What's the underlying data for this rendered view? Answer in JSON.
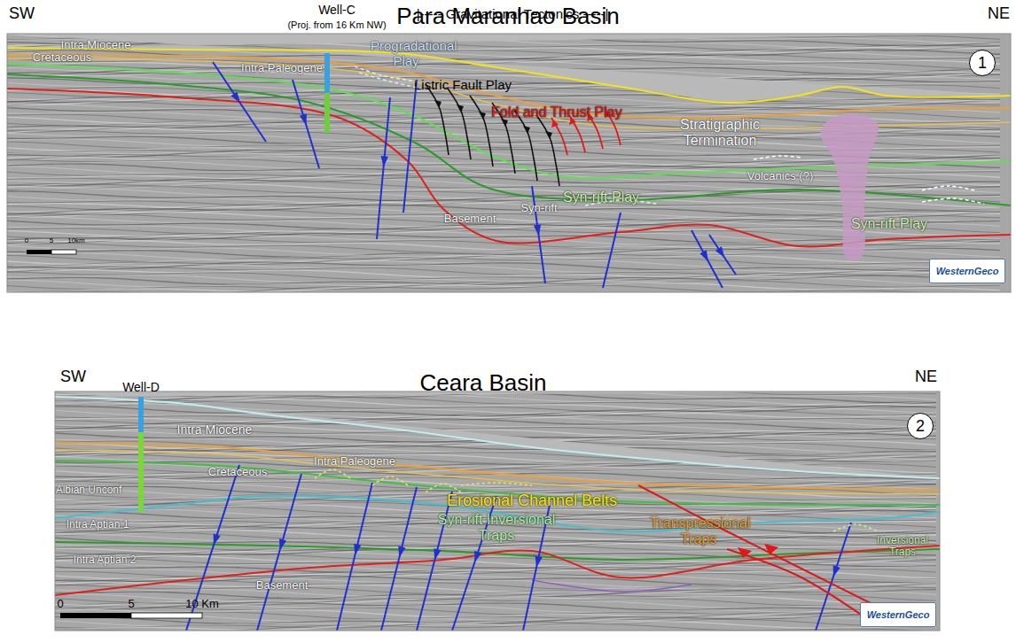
{
  "diagram": {
    "nodes": [
      {
        "text": [
          "1"
        ]
      },
      {
        "text": [
          "WesternGeco"
        ]
      },
      {
        "text": [
          "2"
        ]
      },
      {
        "text": [
          "WesternGeco"
        ]
      }
    ],
    "labels": [
      "SW",
      "NE",
      "Para Maranhao Basin",
      "Well-C",
      "(Proj. from 16 Km NW)",
      "|----- Gravitational Tectonics -----|",
      "Intra Miocene",
      "Cretaceous",
      "Intra Paleogene",
      "Progradational Play",
      "Listric Fault Play",
      "Fold and Thrust Play",
      "Stratigraphic Termination",
      "Volcanics (?)",
      "Basement",
      "Syn-rift",
      "Syn-rift Play",
      "Syn-rift Play",
      "0",
      "5",
      "10km",
      "SW",
      "NE",
      "Ceara Basin",
      "Well-D",
      "Intra Miocene",
      "Albian Unconf",
      "Cretaceous",
      "Intra Paleogene",
      "Erosional Channel Belts",
      "Intra Aptian 1",
      "Syn-rift Inversional Traps",
      "Transpressional Traps",
      "Inversional Traps",
      "Intra Aptian 2",
      "Basement",
      "0",
      "5",
      "10 Km"
    ]
  }
}
